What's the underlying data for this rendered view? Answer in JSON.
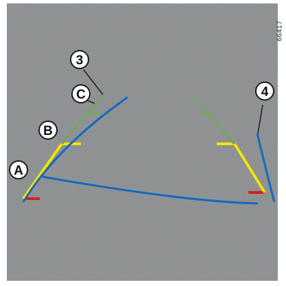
{
  "figure": {
    "reference_number": "66417"
  },
  "callouts": [
    {
      "label": "3"
    },
    {
      "label": "4"
    },
    {
      "label": "C"
    },
    {
      "label": "B"
    },
    {
      "label": "A"
    }
  ],
  "colors": {
    "background": "#8a8d8f",
    "zone_c_green": "#7aa16e",
    "zone_b_yellow": "#f2e400",
    "zone_a_red": "#d6201c",
    "steering_blue": "#1568c2",
    "callout_fill": "#ffffff",
    "callout_stroke": "#1b1b1b"
  }
}
